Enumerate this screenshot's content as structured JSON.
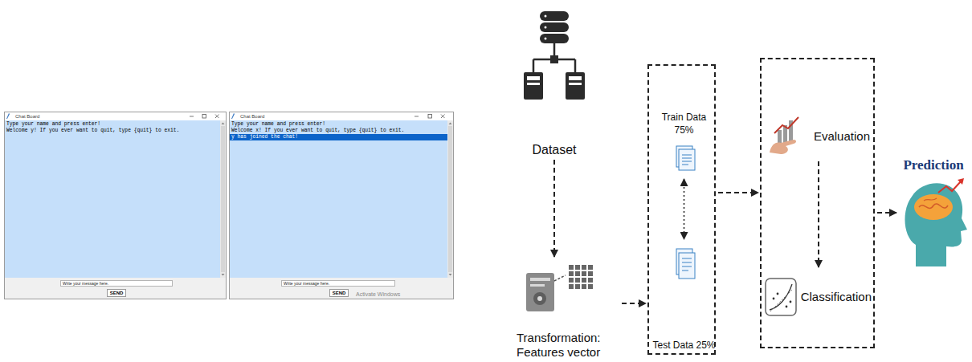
{
  "diagram": {
    "nodes": [
      {
        "text": [
          "Chat Board"
        ]
      },
      {
        "text": [
          "Type your name and press enter!",
          "Welcome y! If you ever want to quit, type {quit} to exit."
        ],
        "in": 0
      },
      {
        "text": [
          "Write your message here."
        ],
        "in": 0
      },
      {
        "text": [
          "SEND"
        ],
        "in": 0
      },
      {
        "text": [
          "Chat Board"
        ]
      },
      {
        "text": [
          "Type your name and press enter!",
          "Welcome x! If you ever want to quit, type {quit} to exit.",
          "y has joined the chat!"
        ],
        "in": 4
      },
      {
        "text": [
          "Write your message here."
        ],
        "in": 4
      },
      {
        "text": [
          "SEND"
        ],
        "in": 4
      },
      {
        "text": [
          "Dataset"
        ]
      },
      {
        "text": [
          "Transformation: Features vector"
        ]
      },
      {
        "text": []
      },
      {
        "text": [
          "Train Data 75%"
        ],
        "in": 10
      },
      {
        "text": [
          "Test Data 25%"
        ],
        "in": 10
      },
      {
        "text": []
      },
      {
        "text": [
          "Evaluation"
        ],
        "in": 13
      },
      {
        "text": [
          "Classification"
        ],
        "in": 13
      },
      {
        "text": [
          "Prediction"
        ]
      }
    ],
    "edges": [
      {
        "from": 8,
        "to": 9,
        "arrow": "to"
      },
      {
        "from": 9,
        "to": 10,
        "arrow": "to"
      },
      {
        "from": 11,
        "to": 12,
        "arrow": "both"
      },
      {
        "from": 10,
        "to": 13,
        "arrow": "to"
      },
      {
        "from": 14,
        "to": 15,
        "arrow": "to"
      },
      {
        "from": 13,
        "to": 16,
        "arrow": "to"
      }
    ],
    "labels": [
      "Activate Windows"
    ]
  }
}
